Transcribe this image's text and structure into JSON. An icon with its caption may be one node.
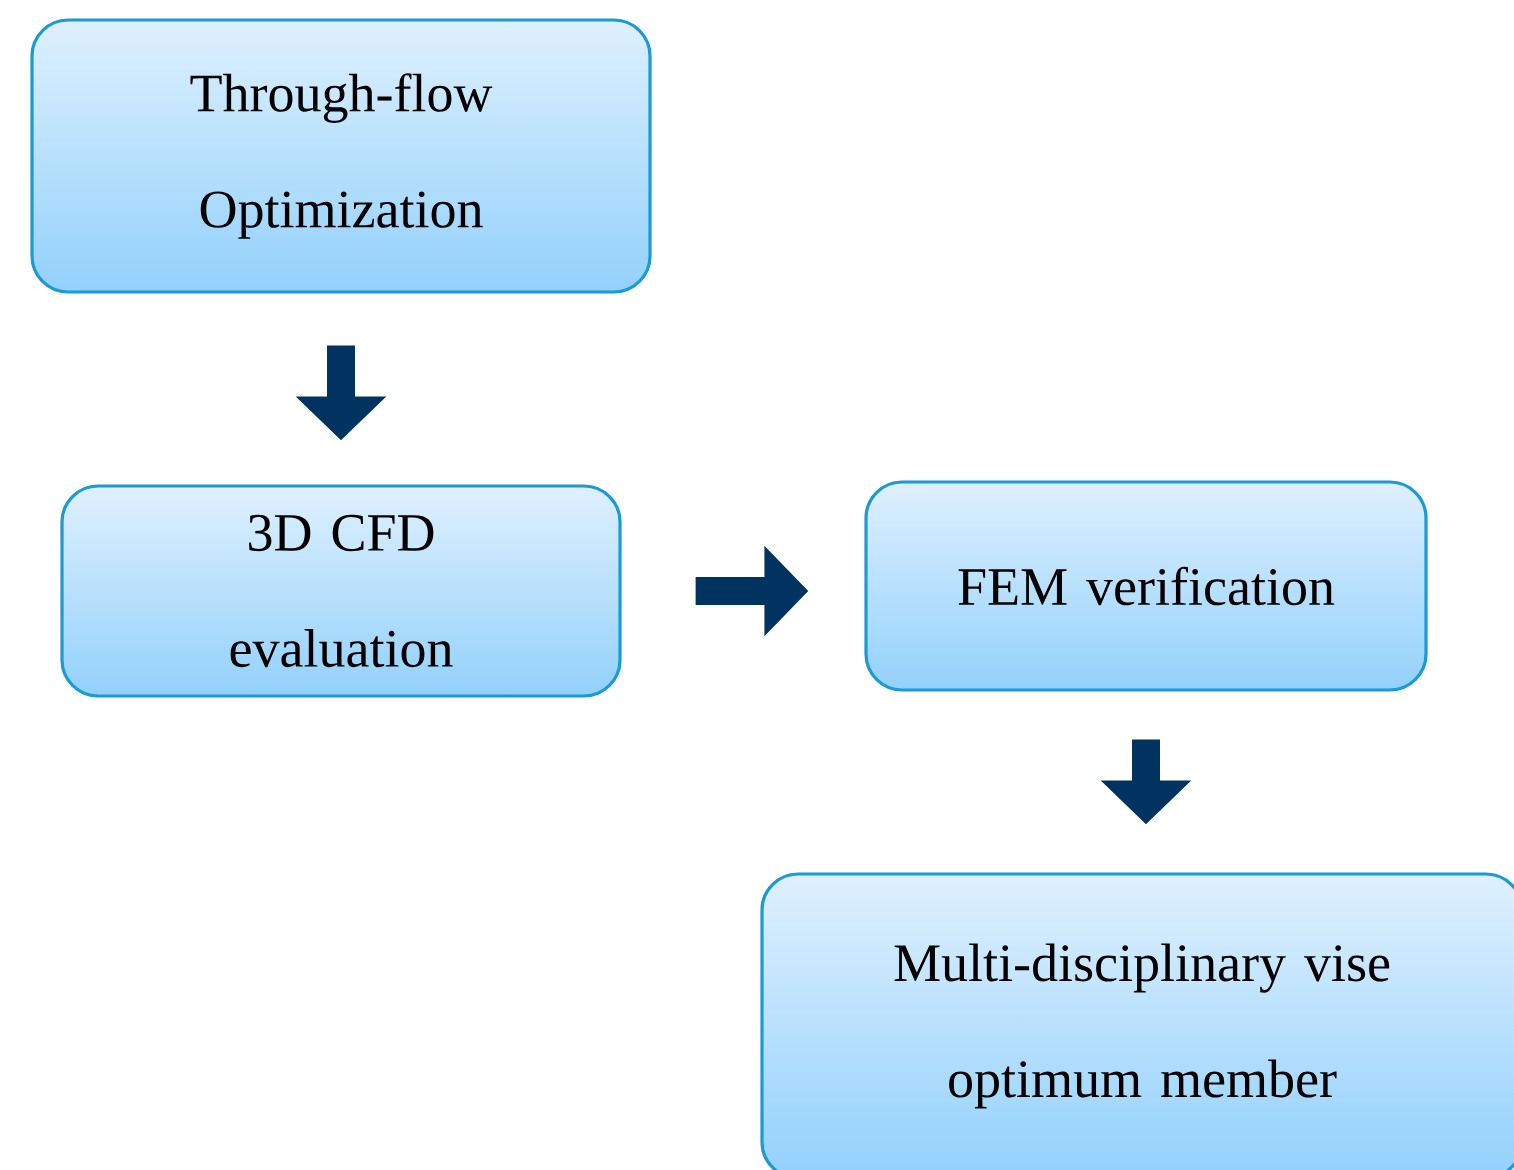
{
  "diagram": {
    "nodes": [
      {
        "text": [
          "Through-flow Optimization"
        ]
      },
      {
        "text": [
          "3D CFD evaluation"
        ]
      },
      {
        "text": [
          "FEM verification"
        ]
      },
      {
        "text": [
          "Multi-disciplinary vise optimum member"
        ]
      }
    ],
    "edges": [
      {
        "from": 0,
        "to": 1,
        "arrow": "to"
      },
      {
        "from": 1,
        "to": 2,
        "arrow": "to"
      },
      {
        "from": 2,
        "to": 3,
        "arrow": "to"
      }
    ]
  }
}
